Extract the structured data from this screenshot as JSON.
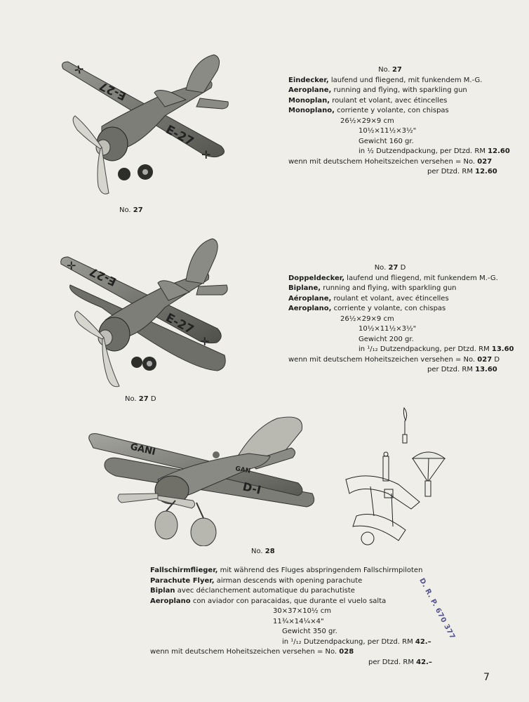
{
  "items": [
    {
      "caption_label": "No.",
      "caption_num": "27",
      "caption_suffix": "",
      "header_label": "No.",
      "header_num": "27",
      "header_suffix": "",
      "de_bold": "Eindecker,",
      "de_text": " laufend und fliegend, mit funkendem M.-G.",
      "en_bold": "Aeroplane,",
      "en_text": " running and flying, with sparkling gun",
      "fr_bold": "Monoplan,",
      "fr_text": " roulant et volant, avec étincelles",
      "es_bold": "Monoplano,",
      "es_text": " corriente y volante, con chispas",
      "dim_cm": "26½×29×9 cm",
      "dim_in": "10½×11½×3½\"",
      "weight": "Gewicht 160 gr.",
      "pack_text": "in ½ Dutzendpackung, per Dtzd. RM ",
      "pack_price": "12.60",
      "national_text": "wenn mit deutschem Hoheitszeichen versehen = No. ",
      "national_num": "027",
      "national_suffix": "",
      "perdtzd_text": "per Dtzd. RM ",
      "perdtzd_price": "12.60"
    },
    {
      "caption_label": "No.",
      "caption_num": "27",
      "caption_suffix": " D",
      "header_label": "No.",
      "header_num": "27",
      "header_suffix": " D",
      "de_bold": "Doppeldecker,",
      "de_text": " laufend und fliegend, mit funkendem M.-G.",
      "en_bold": "Biplane,",
      "en_text": " running and flying, with sparkling gun",
      "fr_bold": "Aéroplane,",
      "fr_text": " roulant et volant, avec étincelles",
      "es_bold": "Aeroplano,",
      "es_text": " corriente y volante, con chispas",
      "dim_cm": "26½×29×9 cm",
      "dim_in": "10½×11½×3½\"",
      "weight": "Gewicht 200 gr.",
      "pack_text": "in ¹/₁₂ Dutzendpackung, per Dtzd. RM ",
      "pack_price": "13.60",
      "national_text": "wenn mit deutschem Hoheitszeichen versehen = No. ",
      "national_num": "027",
      "national_suffix": " D",
      "perdtzd_text": "per Dtzd. RM ",
      "perdtzd_price": "13.60"
    }
  ],
  "item28": {
    "caption_label": "No.",
    "caption_num": "28",
    "de_bold": "Fallschirmflieger,",
    "de_text": " mit während des Fluges abspringendem Fallschirmpiloten",
    "en_bold": "Parachute Flyer,",
    "en_text": " airman descends with opening parachute",
    "fr_bold": "Biplan",
    "fr_text": " avec déclanchement automatique du parachutiste",
    "es_bold": "Aeroplano",
    "es_text": " con aviador con paracaidas, que durante el vuelo salta",
    "dim_cm": "30×37×10½ cm",
    "dim_in": "11¾×14¼×4\"",
    "weight": "Gewicht 350 gr.",
    "pack_text": "in ¹/₁₂ Dutzendpackung, per Dtzd. RM ",
    "pack_price": "42.–",
    "national_text": "wenn mit deutschem Hoheitszeichen versehen = No. ",
    "national_num": "028",
    "perdtzd_text": "per Dtzd. RM ",
    "perdtzd_price": "42.–"
  },
  "plane_markings": {
    "p27_left_wing": "E-27",
    "p27_right_wing": "E-27",
    "p27d_left_wing": "E-27",
    "p27d_right_wing": "E-27",
    "p28_upper_wing": "GANI",
    "p28_lower_wing": "D-I",
    "p28_fuselage": "GAN"
  },
  "stamp": "D. R. P. 670 377",
  "page_number": "7"
}
